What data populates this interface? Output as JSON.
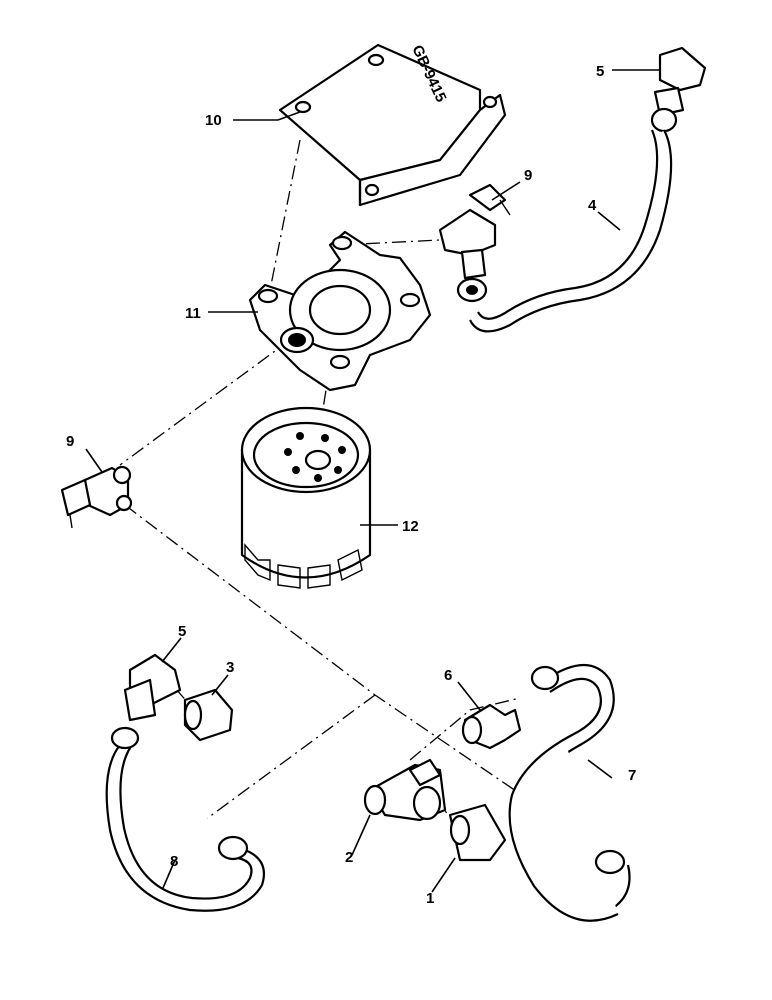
{
  "diagram": {
    "drawing_code": "GB-9415",
    "callouts": [
      {
        "id": "c1",
        "label": "1"
      },
      {
        "id": "c2",
        "label": "2"
      },
      {
        "id": "c3",
        "label": "3"
      },
      {
        "id": "c4",
        "label": "4"
      },
      {
        "id": "c5a",
        "label": "5"
      },
      {
        "id": "c5b",
        "label": "5"
      },
      {
        "id": "c6",
        "label": "6"
      },
      {
        "id": "c7",
        "label": "7"
      },
      {
        "id": "c8",
        "label": "8"
      },
      {
        "id": "c9a",
        "label": "9"
      },
      {
        "id": "c9b",
        "label": "9"
      },
      {
        "id": "c10",
        "label": "10"
      },
      {
        "id": "c11",
        "label": "11"
      },
      {
        "id": "c12",
        "label": "12"
      }
    ]
  }
}
